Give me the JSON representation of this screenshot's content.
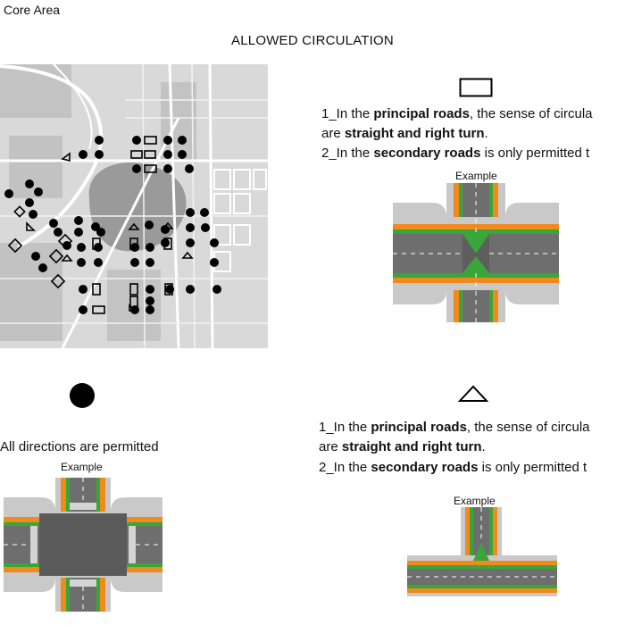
{
  "header": {
    "section_label": "Core Area",
    "title": "ALLOWED CIRCULATION"
  },
  "rect_section": {
    "symbol": "rectangle",
    "line1": {
      "prefix": "1_In the ",
      "bold1": "principal roads",
      "mid": ", the sense of circula",
      "line2_prefix": "are ",
      "bold2": "straight and right turn",
      "suffix": "."
    },
    "line3": {
      "prefix": "2_In the ",
      "bold": "secondary roads",
      "suffix": " is only permitted t"
    },
    "example_label": "Example"
  },
  "circle_section": {
    "symbol": "circle",
    "caption": "All directions are permitted",
    "example_label": "Example"
  },
  "triangle_section": {
    "symbol": "triangle",
    "line1": {
      "prefix": "1_In the ",
      "bold1": "principal roads",
      "mid": ", the sense of circula",
      "line2_prefix": "are ",
      "bold2": "straight and right turn",
      "suffix": "."
    },
    "line3": {
      "prefix": "2_In the ",
      "bold": "secondary roads",
      "suffix": " is only permitted t"
    },
    "example_label": "Example"
  },
  "colors": {
    "road": "#6e6e6e",
    "lane_orange": "#f08a1c",
    "lane_green": "#3aa63a",
    "sidewalk": "#c9c9c9",
    "map_bg": "#d8d8d8"
  }
}
